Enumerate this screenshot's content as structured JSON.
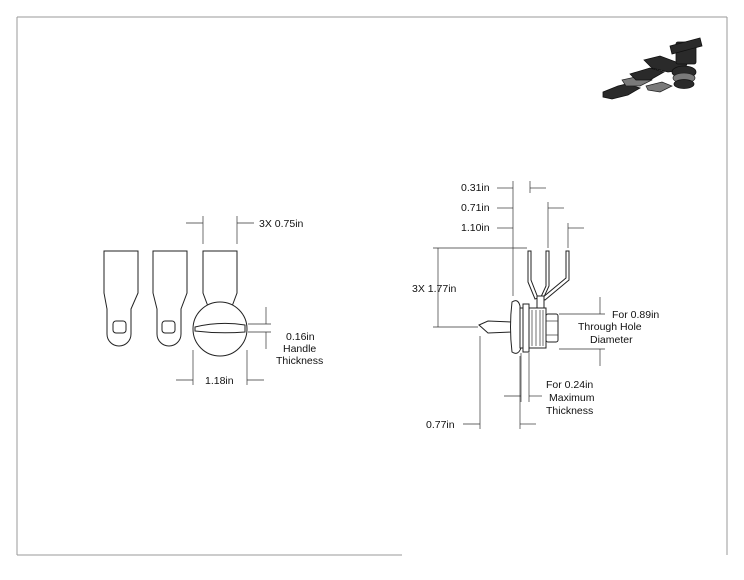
{
  "drawing": {
    "front_view": {
      "dim_top": "3X 0.75in",
      "dim_bottom": "1.18in",
      "dim_right_value": "0.16in",
      "dim_right_line1": "Handle",
      "dim_right_line2": "Thickness"
    },
    "side_view": {
      "dim_031": "0.31in",
      "dim_071": "0.71in",
      "dim_110": "1.10in",
      "dim_177": "3X 1.77in",
      "hole_line1": "For 0.89in",
      "hole_line2": "Through Hole",
      "hole_line3": "Diameter",
      "thick_line1": "For 0.24in",
      "thick_line2": "Maximum",
      "thick_line3": "Thickness",
      "dim_077": "0.77in"
    }
  }
}
